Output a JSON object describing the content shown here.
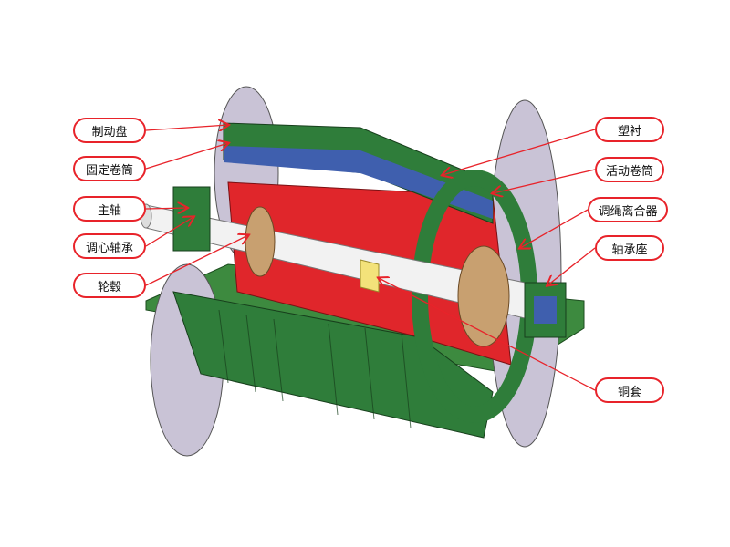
{
  "colors": {
    "callout": "#e8232a",
    "drum_green": "#2f7d3a",
    "drum_red": "#e0262b",
    "shaft": "#f2f2f2",
    "disc": "#c9c3d6",
    "liner": "#3f5fae",
    "bushing": "#f3e27a"
  },
  "labels_left": [
    {
      "text": "制动盘"
    },
    {
      "text": "固定卷筒"
    },
    {
      "text": "主轴"
    },
    {
      "text": "调心轴承"
    },
    {
      "text": "轮毂"
    }
  ],
  "labels_right": [
    {
      "text": "塑衬"
    },
    {
      "text": "活动卷筒"
    },
    {
      "text": "调绳离合器"
    },
    {
      "text": "轴承座"
    },
    {
      "text": "铜套"
    }
  ]
}
